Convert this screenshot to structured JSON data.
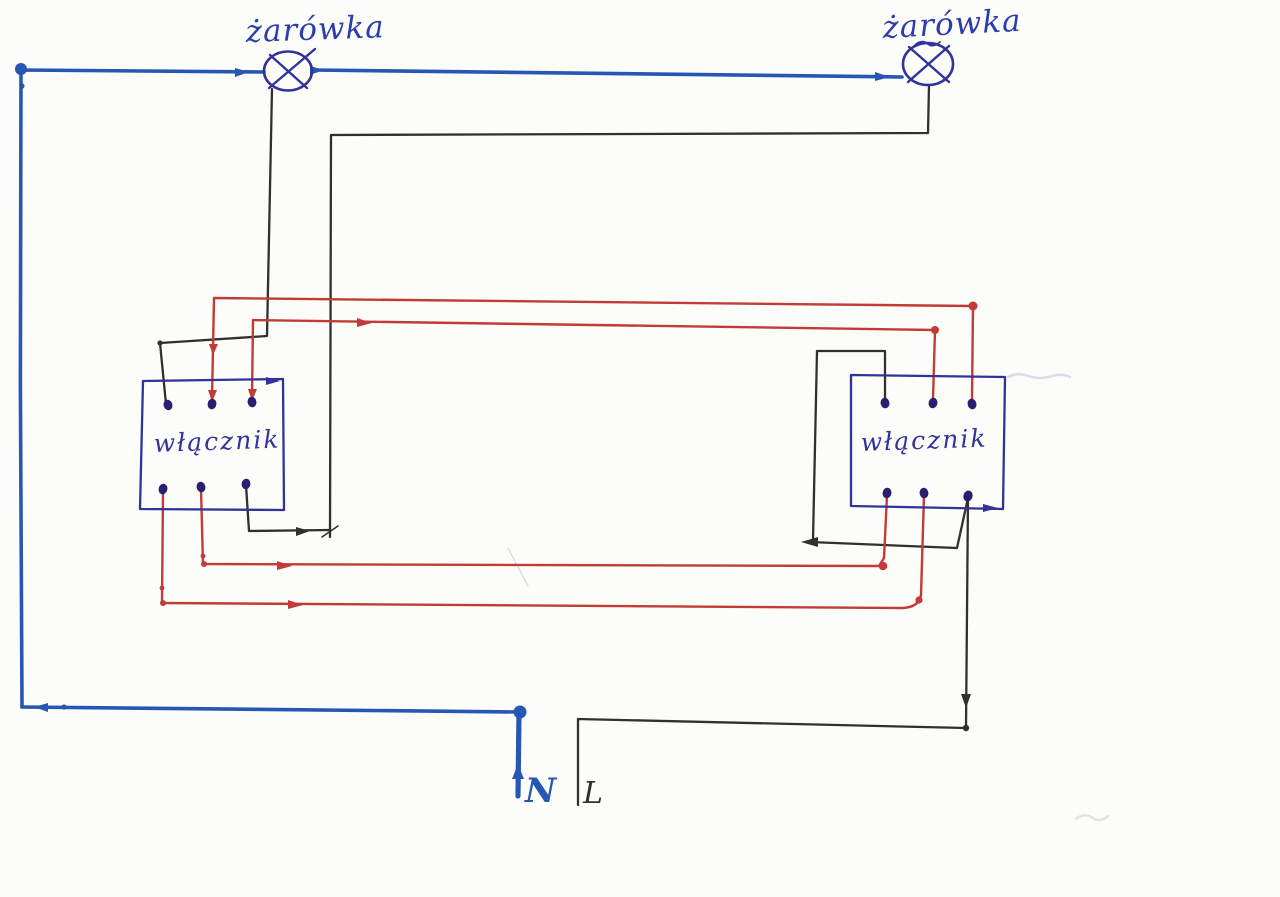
{
  "diagram": {
    "labels": {
      "bulb_left": "żarówka",
      "bulb_right": "żarówka",
      "switch_left": "włącznik",
      "switch_right": "włącznik",
      "neutral_terminal": "N",
      "line_terminal": "L"
    },
    "colors": {
      "paper": "#fcfcf9",
      "blue_wire": "#2757b4",
      "navy_ink": "#32329b",
      "terminal_ink": "#281f70",
      "red_wire": "#c23b38",
      "black_wire": "#33302c",
      "bulb_label_blue": "#2b3cae",
      "faint_pencil": "#9aa0c4",
      "faint_smudge": "#b9b5ad"
    }
  }
}
